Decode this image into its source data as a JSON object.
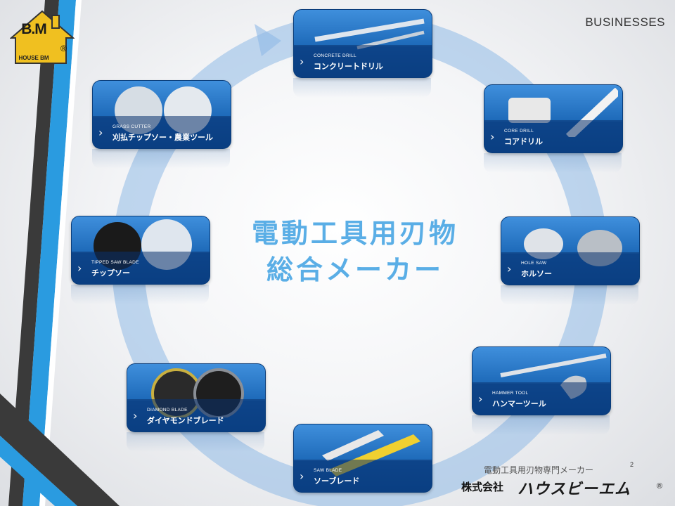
{
  "brand": {
    "logo_text": "B.M",
    "logo_sub": "HOUSE  BM",
    "logo_reg": "®"
  },
  "section_label": "BUSINESSES",
  "center_title": {
    "line1": "電動工具用刃物",
    "line2": "総合メーカー"
  },
  "cards": [
    {
      "en": "CONCRETE DRILL",
      "jp": "コンクリートドリル",
      "icon": "concrete-drill-icon"
    },
    {
      "en": "CORE DRILL",
      "jp": "コアドリル",
      "icon": "core-drill-icon"
    },
    {
      "en": "HOLE SAW",
      "jp": "ホルソー",
      "icon": "hole-saw-icon"
    },
    {
      "en": "HAMMER TOOL",
      "jp": "ハンマーツール",
      "icon": "hammer-tool-icon"
    },
    {
      "en": "SAW BLADE",
      "jp": "ソーブレード",
      "icon": "saw-blade-icon"
    },
    {
      "en": "DIAMOND BLADE",
      "jp": "ダイヤモンドブレード",
      "icon": "diamond-blade-icon"
    },
    {
      "en": "TIPPED SAW BLADE",
      "jp": "チップソー",
      "icon": "tipped-saw-blade-icon"
    },
    {
      "en": "GRASS CUTTER",
      "jp": "刈払チップソー・農業ツール",
      "icon": "grass-cutter-icon"
    }
  ],
  "page_number": "2",
  "footer": {
    "tagline": "電動工具用刃物専門メーカー",
    "company": "株式会社",
    "company_logo": "ハウスビーエム",
    "company_reg": "®"
  },
  "colors": {
    "accent_blue": "#2a9be0",
    "card_blue": "#1c6cc0",
    "stripe_dark": "#3a3a3a",
    "title_blue": "#5aaee6"
  }
}
